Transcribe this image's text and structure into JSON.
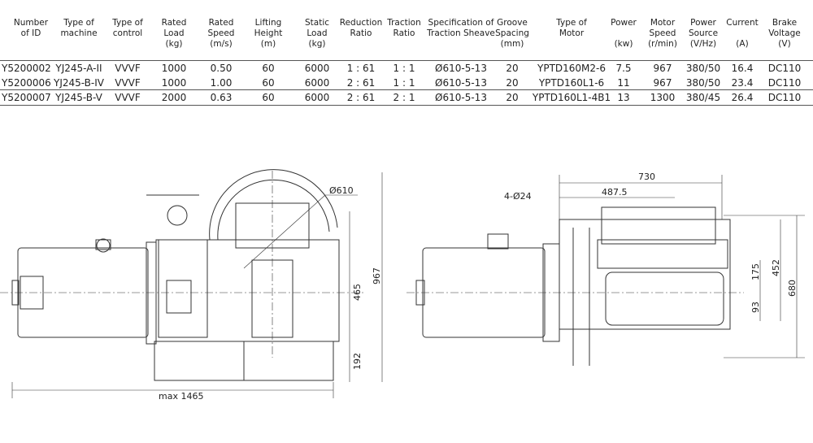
{
  "table": {
    "headers": [
      [
        "Number",
        "of ID"
      ],
      [
        "Type of",
        "machine"
      ],
      [
        "Type of",
        "control"
      ],
      [
        "Rated",
        "Load",
        "(kg)"
      ],
      [
        "Rated",
        "Speed",
        "(m/s)"
      ],
      [
        "Lifting",
        "Height",
        "(m)"
      ],
      [
        "Static",
        "Load",
        "(kg)"
      ],
      [
        "Reduction",
        "Ratio"
      ],
      [
        "Traction",
        "Ratio"
      ],
      [
        "Specification of",
        "Traction Sheave"
      ],
      [
        "Groove",
        "Spacing",
        "(mm)"
      ],
      [
        "Type of",
        "Motor"
      ],
      [
        "Power",
        "",
        "(kw)"
      ],
      [
        "Motor",
        "Speed",
        "(r/min)"
      ],
      [
        "Power",
        "Source",
        "(V/Hz)"
      ],
      [
        "Current",
        "",
        "(A)"
      ],
      [
        "Brake",
        "Voltage",
        "(V)"
      ]
    ],
    "rows": [
      [
        "Y5200002",
        "YJ245-A-II",
        "VVVF",
        "1000",
        "0.50",
        "60",
        "6000",
        "1 : 61",
        "1 : 1",
        "Ø610-5-13",
        "20",
        "YPTD160M2-6",
        "7.5",
        "967",
        "380/50",
        "16.4",
        "DC110"
      ],
      [
        "Y5200006",
        "YJ245-B-IV",
        "VVVF",
        "1000",
        "1.00",
        "60",
        "6000",
        "2 : 61",
        "1 : 1",
        "Ø610-5-13",
        "20",
        "YPTD160L1-6",
        "11",
        "967",
        "380/50",
        "23.4",
        "DC110"
      ],
      [
        "Y5200007",
        "YJ245-B-V",
        "VVVF",
        "2000",
        "0.63",
        "60",
        "6000",
        "2 : 61",
        "2 : 1",
        "Ø610-5-13",
        "20",
        "YPTD160L1-4B1",
        "13",
        "1300",
        "380/45",
        "26.4",
        "DC110"
      ]
    ]
  },
  "drawing_front": {
    "sheave_dia": "Ø610",
    "dim_465": "465",
    "dim_967": "967",
    "dim_192": "192",
    "dim_max": "max 1465"
  },
  "drawing_side": {
    "dim_730": "730",
    "dim_487": "487.5",
    "holes": "4-Ø24",
    "dim_175": "175",
    "dim_452": "452",
    "dim_93": "93",
    "dim_680": "680"
  }
}
